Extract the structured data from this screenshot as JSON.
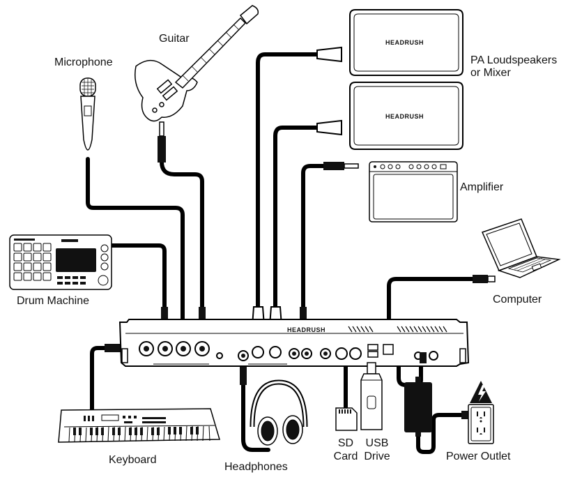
{
  "brand_text": "HEADRUSH",
  "labels": {
    "guitar": "Guitar",
    "microphone": "Microphone",
    "pa_line1": "PA Loudspeakers",
    "pa_line2": "or Mixer",
    "amplifier": "Amplifier",
    "drum_machine": "Drum Machine",
    "computer": "Computer",
    "keyboard": "Keyboard",
    "headphones": "Headphones",
    "sd_line1": "SD",
    "sd_line2": "Card",
    "usb_line1": "USB",
    "usb_line2": "Drive",
    "power_outlet": "Power Outlet"
  },
  "colors": {
    "line": "#000000",
    "background": "#ffffff",
    "fill_dark": "#1a1a1a"
  }
}
